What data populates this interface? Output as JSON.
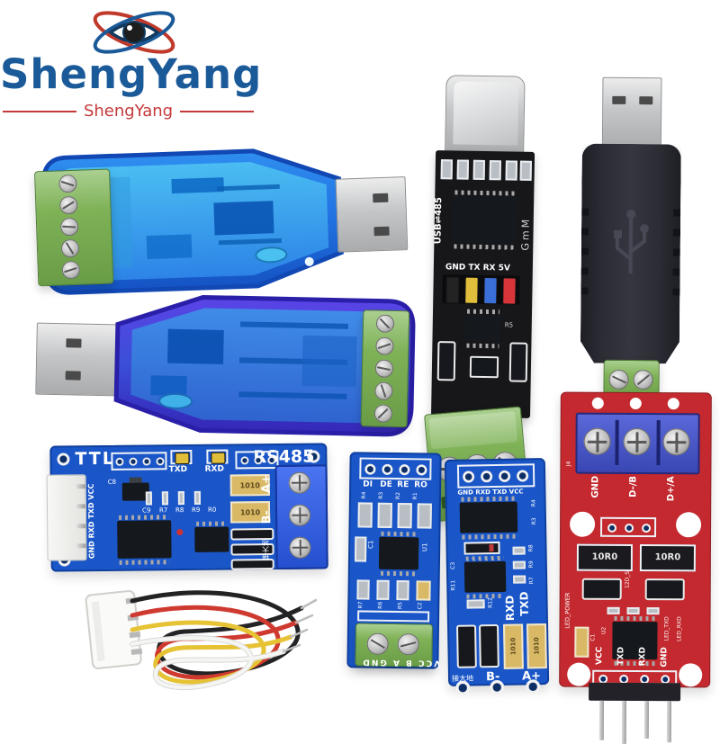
{
  "image_type": "product-photo",
  "background": "#ffffff",
  "logo": {
    "title": "ShengYang",
    "subtitle": "ShengYang",
    "title_color": "#1b5a99",
    "accent_color": "#c5393a"
  },
  "colors": {
    "case_blue": "#2f8ef0",
    "case_blue_dark": "#1148b4",
    "case_indigo": "#5a43e6",
    "pcb_inner_cyan": "#43b3ea",
    "pcb_blue": "#1a56c8",
    "pcb_red": "#c3292e",
    "pcb_black": "#17171a",
    "terminal_green": "#7fb257",
    "terminal_blue": "#3a53c6",
    "usb_silver": "#c9cccf",
    "fuse_yellow": "#d9b966",
    "wire_black": "#232325",
    "wire_red": "#cf3a30",
    "wire_yellow": "#e6c235",
    "wire_white": "#f3f3f1"
  },
  "devices": {
    "usb_serial_board": {
      "side_label": "USB⇌485",
      "header_label": "GND TX RX 5V",
      "brand_label": "GmM",
      "ref": "R5",
      "jumper_cap_colors": [
        "black",
        "yellow",
        "blue",
        "red"
      ]
    },
    "ttl_rs485_board": {
      "left_title": "TTL",
      "right_title": "RS485",
      "jumper_labels": [
        "TXD",
        "RXD"
      ],
      "connector_pin_label": "GND RXD TXD VCC",
      "refs": [
        "C8",
        "C9",
        "R7",
        "R8",
        "R9",
        "R0"
      ],
      "fuse_marking": "1010",
      "terminal_labels": [
        "A+",
        "B-"
      ],
      "earth_label": "接大地"
    },
    "max485_module": {
      "top_pin_labels": [
        "DI",
        "DE",
        "RE",
        "RO"
      ],
      "top_refs": [
        "R4",
        "R3",
        "R2",
        "R1"
      ],
      "mid_refs": [
        "C1",
        "U1"
      ],
      "lower_refs": [
        "R7",
        "R6",
        "R5",
        "C2"
      ],
      "bottom_label": "VCC B A GND"
    },
    "ttl_rs485_module": {
      "header_label": "GND RXD TXD VCC",
      "refs": [
        "R4",
        "R3",
        "C3",
        "R11",
        "R8",
        "R9",
        "R7",
        "R12"
      ],
      "signal_labels": [
        "TXD",
        "RXD"
      ],
      "fuse_marking": "1010",
      "bottom_labels": [
        "接大地",
        "B-",
        "A+"
      ]
    },
    "red_rs422_module": {
      "conn_ref": "J4",
      "terminal_pin_labels": [
        "GND",
        "D-/B",
        "D+/A"
      ],
      "resistor_marking": "10R0",
      "mid_ref": "12D_S",
      "led_labels": [
        "LED_POWER",
        "LED_TXD",
        "LED_RXD"
      ],
      "ic_ref": "U2",
      "cap_ref": "C1",
      "bottom_pin_labels": [
        "VCC",
        "TXD",
        "RXD",
        "GND"
      ]
    }
  }
}
